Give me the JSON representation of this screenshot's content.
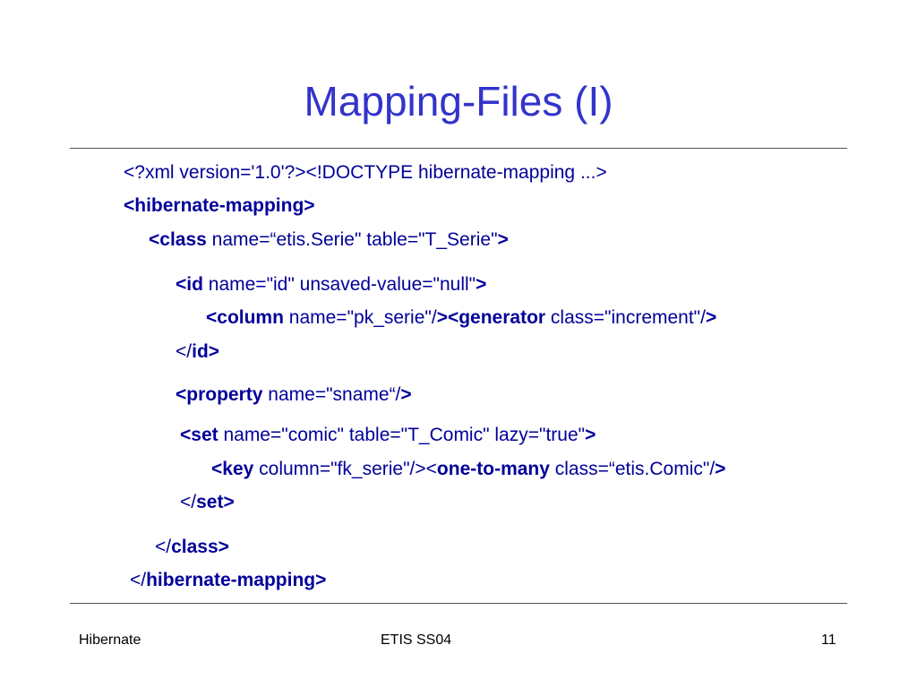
{
  "slide": {
    "title": "Mapping-Files (I)",
    "lines": [
      {
        "segments": [
          {
            "text": "<?xml version='1.0'?><!DOCTYPE hibernate-mapping ...>",
            "bold": false
          }
        ]
      },
      {
        "segments": [
          {
            "text": "<hibernate-mapping>",
            "bold": true
          }
        ]
      },
      {
        "segments": [
          {
            "text": "<class",
            "bold": true
          },
          {
            "text": " name=“etis.Serie\" table=\"T_Serie\"",
            "bold": false
          },
          {
            "text": ">",
            "bold": true
          }
        ]
      },
      {
        "segments": [
          {
            "text": "<id",
            "bold": true
          },
          {
            "text": " name=\"id\" unsaved-value=\"null\"",
            "bold": false
          },
          {
            "text": ">",
            "bold": true
          }
        ]
      },
      {
        "segments": [
          {
            "text": "<column",
            "bold": true
          },
          {
            "text": " name=\"pk_serie\"/",
            "bold": false
          },
          {
            "text": "><generator",
            "bold": true
          },
          {
            "text": " class=\"increment\"/",
            "bold": false
          },
          {
            "text": ">",
            "bold": true
          }
        ]
      },
      {
        "segments": [
          {
            "text": "</",
            "bold": false
          },
          {
            "text": "id>",
            "bold": true
          }
        ]
      },
      {
        "segments": [
          {
            "text": "<property",
            "bold": true
          },
          {
            "text": " name=\"sname“/",
            "bold": false
          },
          {
            "text": ">",
            "bold": true
          }
        ]
      },
      {
        "segments": [
          {
            "text": "<set",
            "bold": true
          },
          {
            "text": " name=\"comic\" table=\"T_Comic\" lazy=\"true\"",
            "bold": false
          },
          {
            "text": ">",
            "bold": true
          }
        ]
      },
      {
        "segments": [
          {
            "text": "<key",
            "bold": true
          },
          {
            "text": " column=\"fk_serie\"/><",
            "bold": false
          },
          {
            "text": "one-to-many",
            "bold": true
          },
          {
            "text": " class=“etis.Comic\"/",
            "bold": false
          },
          {
            "text": ">",
            "bold": true
          }
        ]
      },
      {
        "segments": [
          {
            "text": "</",
            "bold": false
          },
          {
            "text": "set>",
            "bold": true
          }
        ]
      },
      {
        "segments": [
          {
            "text": "</",
            "bold": false
          },
          {
            "text": "class>",
            "bold": true
          }
        ]
      },
      {
        "segments": [
          {
            "text": "</",
            "bold": false
          },
          {
            "text": "hibernate-mapping>",
            "bold": true
          }
        ]
      }
    ]
  },
  "footer": {
    "left": "Hibernate",
    "center": "ETIS SS04",
    "right": "11"
  },
  "colors": {
    "title": "#3333cc",
    "code": "#000099",
    "rule": "#555555"
  }
}
